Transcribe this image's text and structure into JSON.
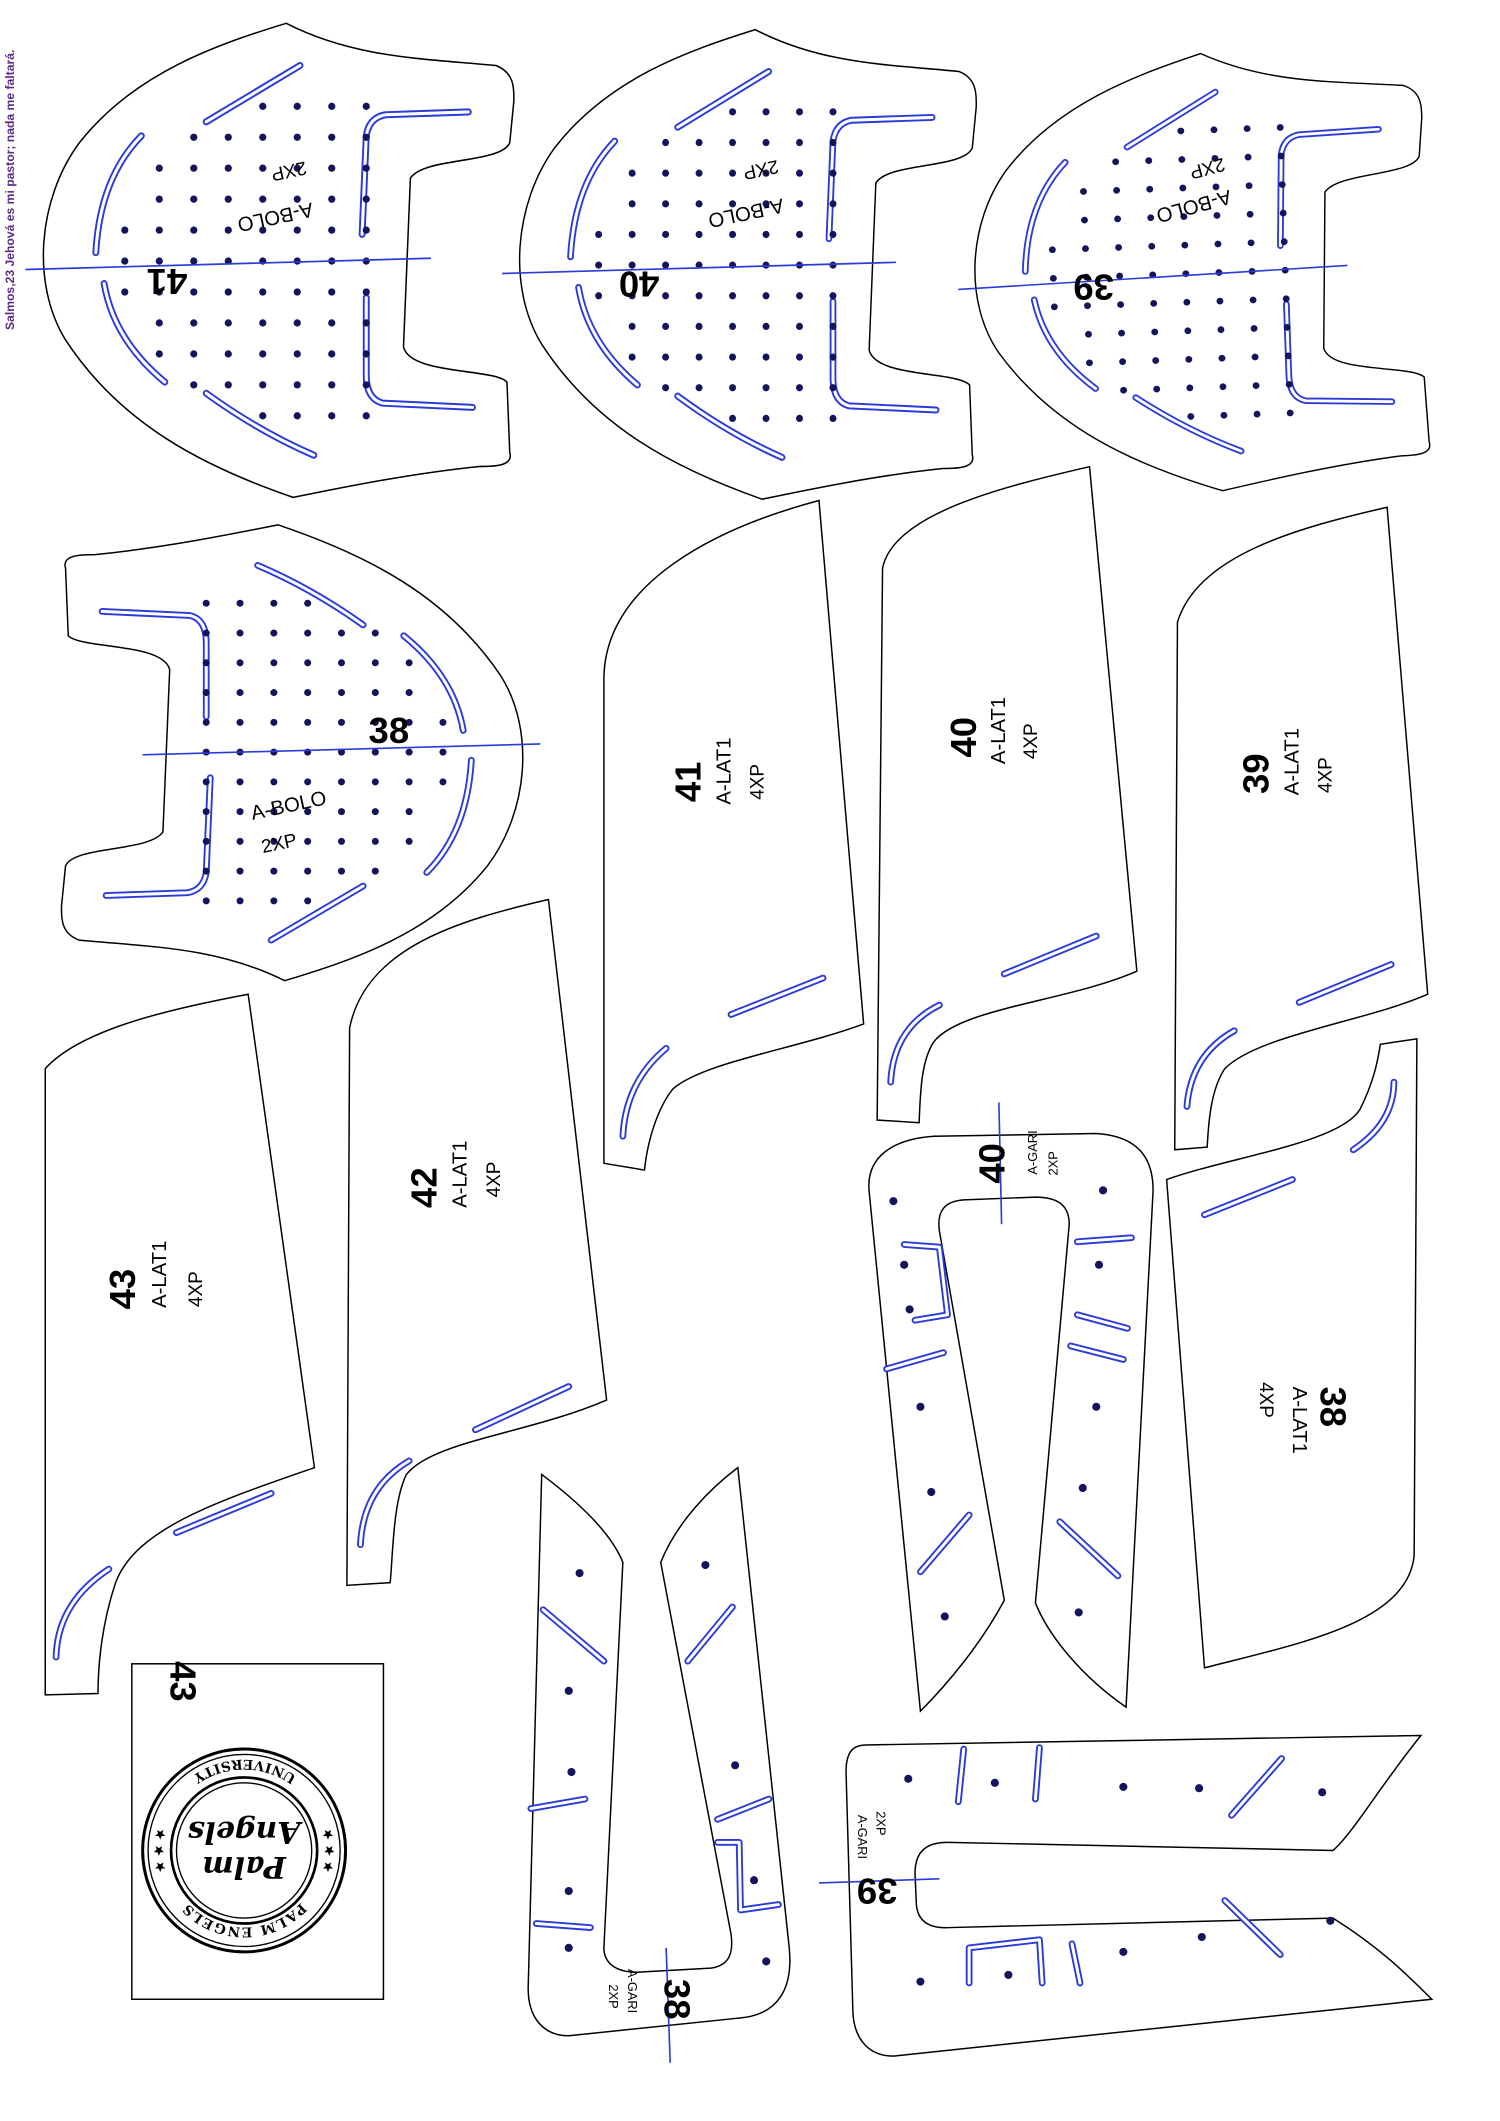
{
  "sheet": {
    "verse": "Salmos,23 Jehová es mi pastor; nada me faltará."
  },
  "bolo": {
    "s41": {
      "size": "41",
      "name": "A-BOLO",
      "qty": "2XP"
    },
    "s40": {
      "size": "40",
      "name": "A-BOLO",
      "qty": "2XP"
    },
    "s39": {
      "size": "39",
      "name": "A-BOLO",
      "qty": "2XP"
    },
    "s38": {
      "size": "38",
      "name": "A-BOLO",
      "qty": "2XP"
    }
  },
  "lat": {
    "s41": {
      "size": "41",
      "name": "A-LAT1",
      "qty": "4XP"
    },
    "s40": {
      "size": "40",
      "name": "A-LAT1",
      "qty": "4XP"
    },
    "s39": {
      "size": "39",
      "name": "A-LAT1",
      "qty": "4XP"
    },
    "s42": {
      "size": "42",
      "name": "A-LAT1",
      "qty": "4XP"
    },
    "s43": {
      "size": "43",
      "name": "A-LAT1",
      "qty": "4XP"
    },
    "s38": {
      "size": "38",
      "name": "A-LAT1",
      "qty": "4XP"
    }
  },
  "gari": {
    "s40": {
      "size": "40",
      "name": "A-GARI",
      "qty": "2XP"
    },
    "s39": {
      "size": "39",
      "name": "A-GARI",
      "qty": "2XP"
    },
    "s38": {
      "size": "38",
      "name": "A-GARI",
      "qty": "2XP"
    }
  },
  "logo": {
    "size": "43",
    "ring_top": "PALM ENGELS",
    "ring_bottom": "UNIVERSITY",
    "wordmark_1": "Palm",
    "wordmark_2": "Angels"
  },
  "colors": {
    "outline": "#000000",
    "stitch": "#2b3bd6",
    "dots": "#14145c",
    "verse": "#5b2a86"
  }
}
